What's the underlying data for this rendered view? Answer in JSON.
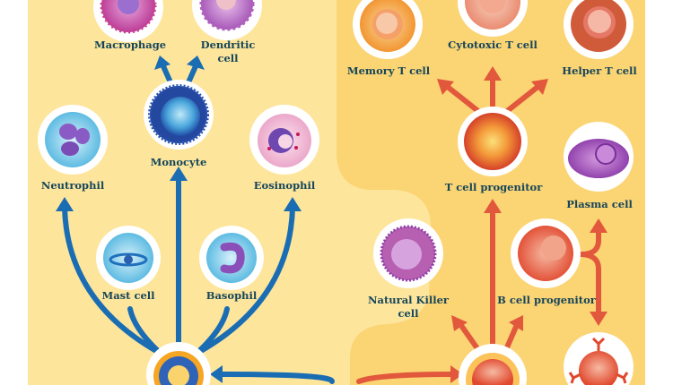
{
  "myeloid": {
    "macrophage": "Macrophage",
    "dendritic_1": "Dendritic",
    "dendritic_2": "cell",
    "monocyte": "Monocyte",
    "neutrophil": "Neutrophil",
    "eosinophil": "Eosinophil",
    "mast_cell": "Mast cell",
    "basophil": "Basophil"
  },
  "lymphoid": {
    "memory_t": "Memory T cell",
    "cytotoxic_t": "Cytotoxic T cell",
    "helper_t": "Helper T cell",
    "t_progenitor": "T cell progenitor",
    "plasma": "Plasma cell",
    "nk_1": "Natural Killer",
    "nk_2": "cell",
    "b_progenitor": "B cell progenitor"
  },
  "colors": {
    "myeloid_bg": "#fde59c",
    "lymphoid_bg": "#fbd474",
    "myeloid_arrow": "#1a6db3",
    "lymphoid_arrow": "#e2583c",
    "label": "#16465a"
  }
}
